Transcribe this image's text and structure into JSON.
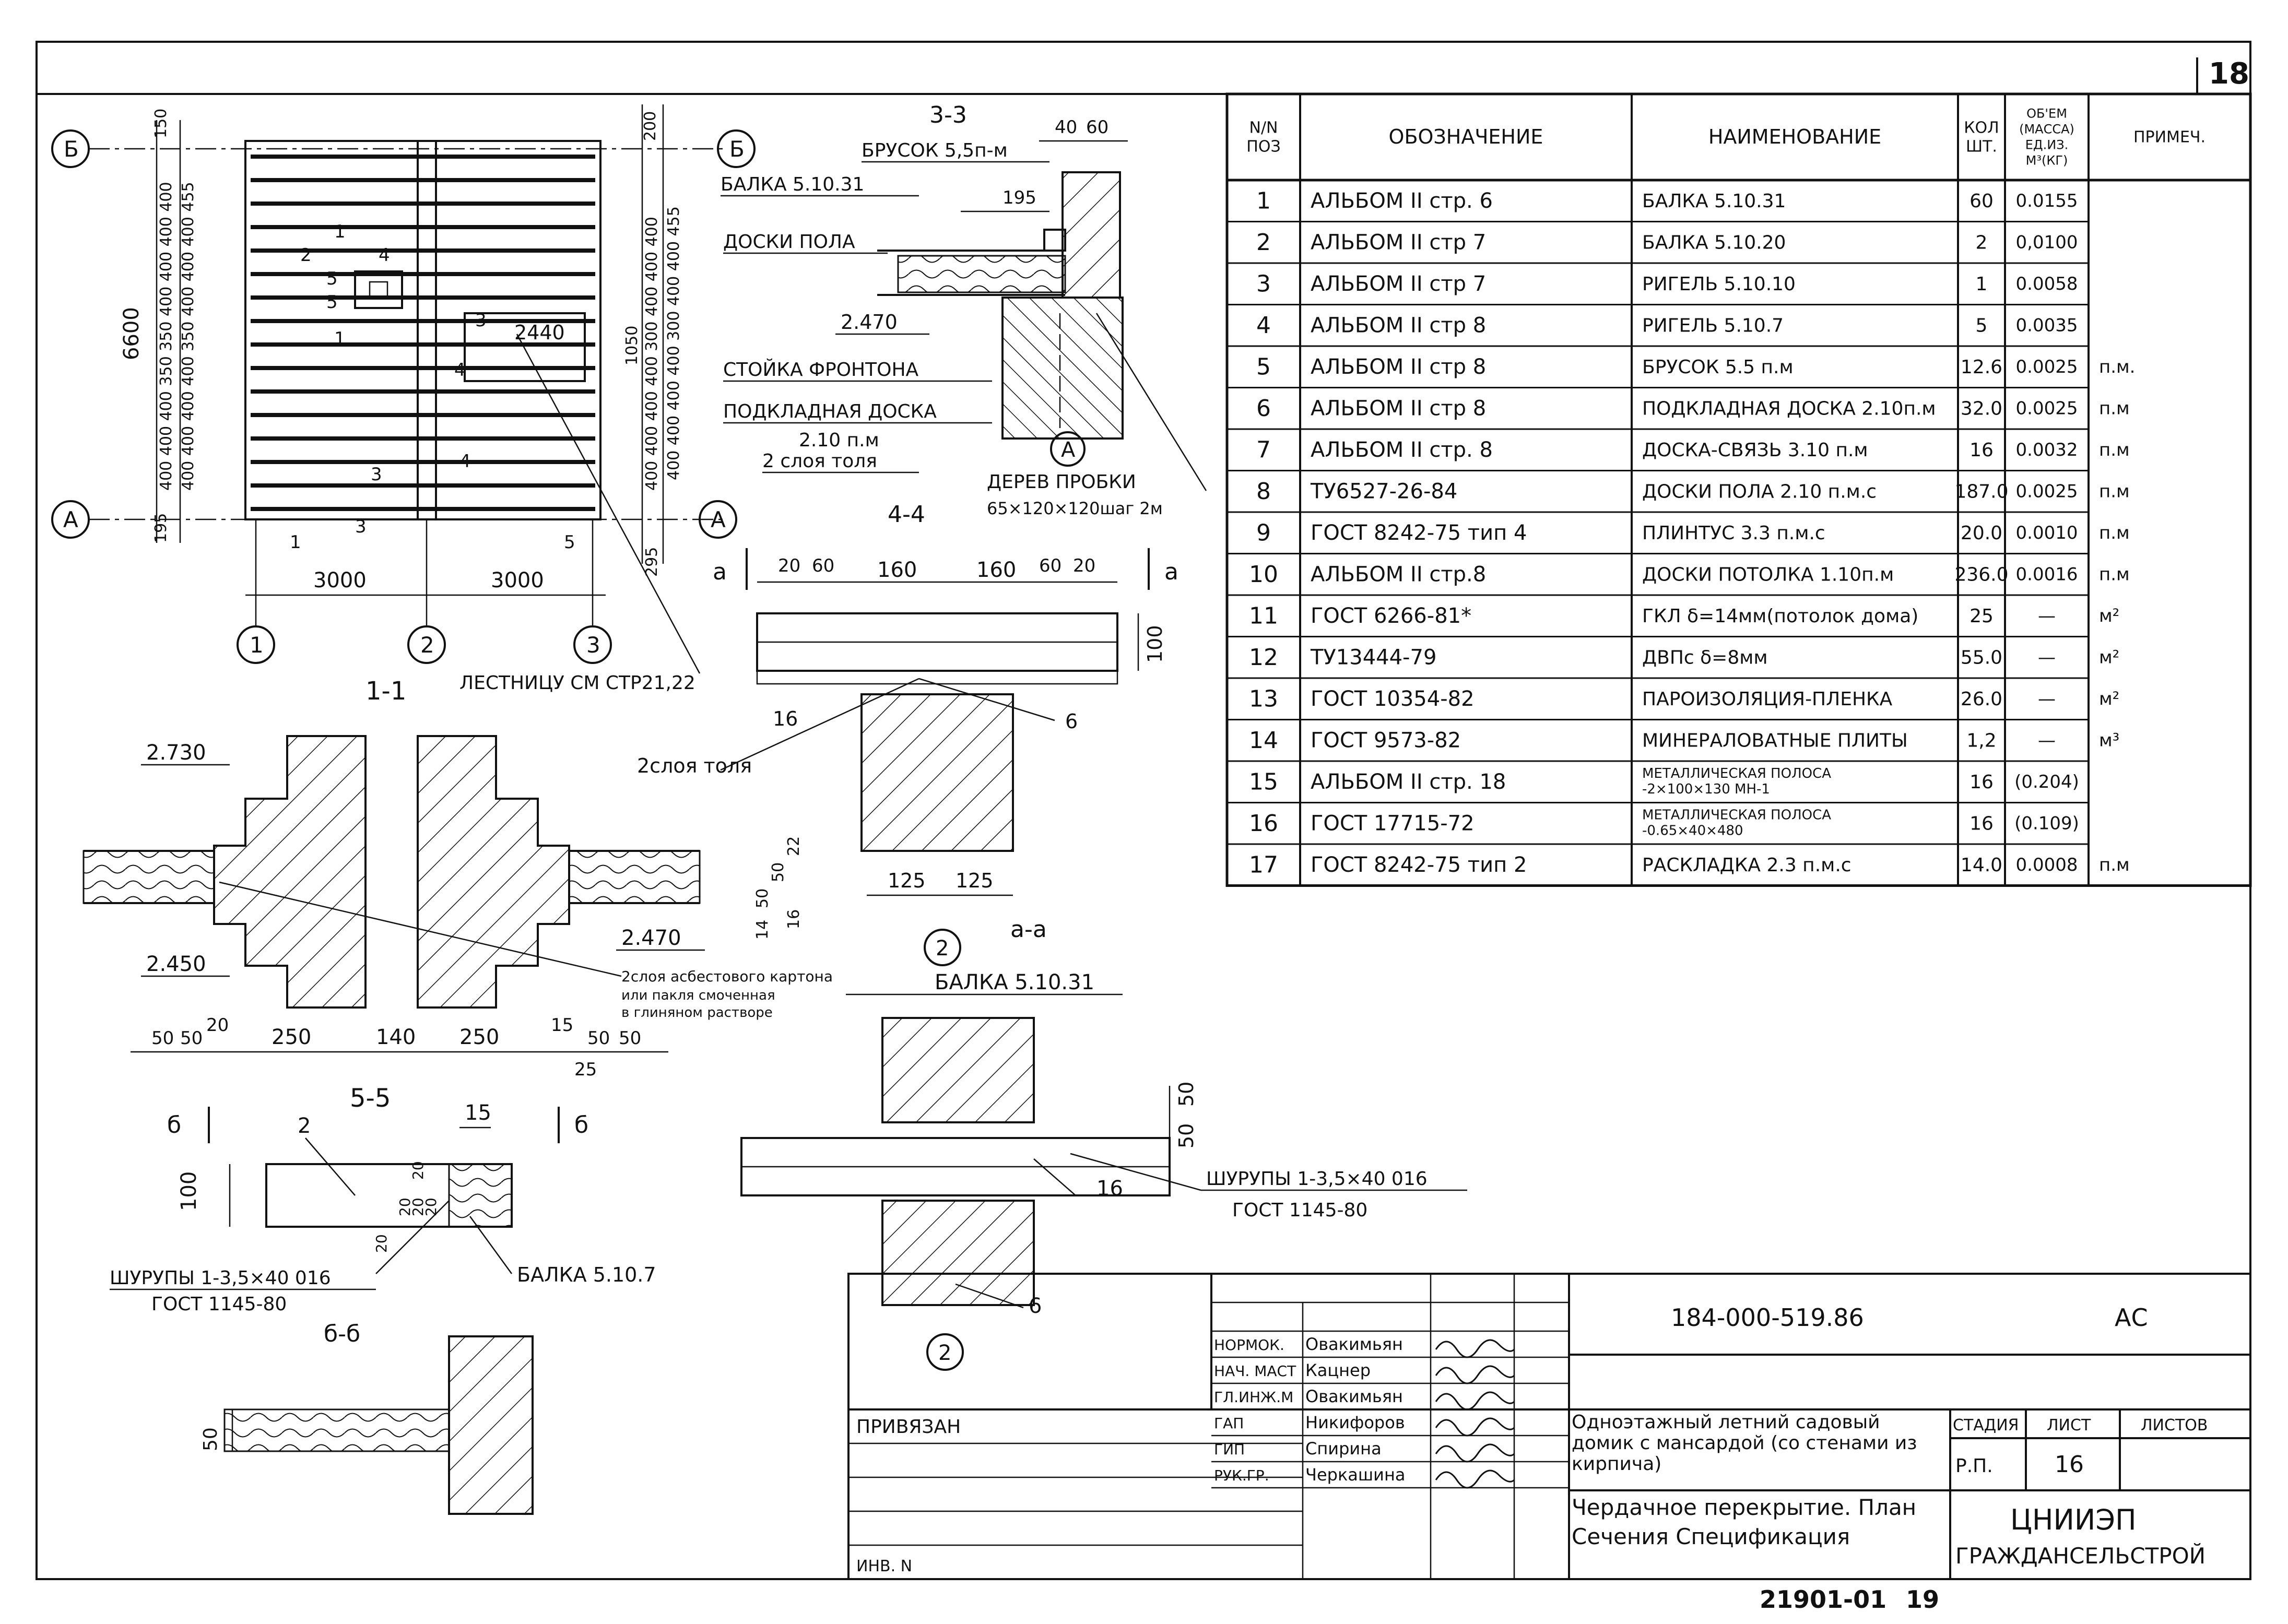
{
  "sheet_number": "18",
  "bottom_code": "21901-01",
  "bottom_page": "19",
  "plan": {
    "axes": [
      "Б",
      "А",
      "1",
      "2",
      "3"
    ],
    "dims_bottom": [
      "3000",
      "3000"
    ],
    "dim_total": "6600",
    "dim_195": "195",
    "dim_150": "150",
    "dim_295": "295",
    "dim_200": "200",
    "dim_2440": "2440",
    "dim_1050": "1050",
    "left_chain": "400 400 400 400 350 400 400 400 455",
    "left_chain2": "400 400 400 350 350 400 400 400 400",
    "right_chain": "400 400 400 400 300 400 400 455",
    "right_chain2": "400 400 400 400 300 400 400 400",
    "pos_labels": [
      "1",
      "2",
      "4",
      "5",
      "5",
      "1",
      "3",
      "4",
      "3",
      "4",
      "3",
      "1",
      "5"
    ],
    "ladder_note": "ЛЕСТНИЦУ СМ СТР21,22"
  },
  "section33": {
    "title": "3-3",
    "labels": [
      "БРУСОК 5,5п-м",
      "БАЛКА 5.10.31",
      "ДОСКИ ПОЛА",
      "СТОЙКА ФРОНТОНА",
      "ПОДКЛАДНАЯ ДОСКА",
      "2.10 п.м",
      "2 слоя толя",
      "ДЕРЕВ ПРОБКИ",
      "65×120×120шаг 2м"
    ],
    "dims": [
      "40",
      "60",
      "195"
    ],
    "level": "2.470",
    "axis": "А"
  },
  "section44": {
    "title": "4-4",
    "cut": "а",
    "dims": [
      "20",
      "60",
      "160",
      "160",
      "60",
      "20"
    ],
    "dim_100": "100",
    "labels": [
      "16",
      "6",
      "2слоя толя"
    ],
    "dims_bottom": [
      "125",
      "125"
    ],
    "axis": "2",
    "caption": "а-а"
  },
  "section11": {
    "title": "1-1",
    "levels": [
      "2.730",
      "2.470",
      "2.450"
    ],
    "dims": [
      "50",
      "50",
      "20",
      "250",
      "140",
      "250",
      "15",
      "50",
      "50",
      "25"
    ],
    "side_dims": [
      "22",
      "50",
      "50",
      "14",
      "16"
    ],
    "note1": "2слоя асбестового картона",
    "note2": "или пакля смоченная",
    "note3": "в глиняном растворе"
  },
  "section55": {
    "title": "5-5",
    "cut": "б",
    "labels": [
      "2",
      "15"
    ],
    "dims": [
      "100",
      "20",
      "20",
      "20",
      "20",
      "20"
    ],
    "screws": "ШУРУПЫ 1-3,5×40 016",
    "gost": "ГОСТ 1145-80",
    "beam": "БАЛКА 5.10.7",
    "caption": "б-б",
    "dim_50": "50"
  },
  "sectionaa": {
    "beam": "БАЛКА 5.10.31",
    "dims": [
      "50",
      "50"
    ],
    "labels": [
      "16",
      "6",
      "2"
    ],
    "screws": "ШУРУПЫ 1-3,5×40 016",
    "gost": "ГОСТ 1145-80"
  },
  "spec": {
    "headers": [
      "N/N ПОЗ",
      "ОБОЗНАЧЕНИЕ",
      "НАИМЕНОВАНИЕ",
      "КОЛ ШТ.",
      "ОБ'ЕМ (МАССА) ЕД.ИЗ. М³(КГ)",
      "ПРИМЕЧ."
    ],
    "rows": [
      [
        "1",
        "АЛЬБОМ II стр. 6",
        "БАЛКА 5.10.31",
        "60",
        "0.0155",
        ""
      ],
      [
        "2",
        "АЛЬБОМ II стр 7",
        "БАЛКА 5.10.20",
        "2",
        "0,0100",
        ""
      ],
      [
        "3",
        "АЛЬБОМ II стр 7",
        "РИГЕЛЬ 5.10.10",
        "1",
        "0.0058",
        ""
      ],
      [
        "4",
        "АЛЬБОМ II стр 8",
        "РИГЕЛЬ 5.10.7",
        "5",
        "0.0035",
        ""
      ],
      [
        "5",
        "АЛЬБОМ II стр 8",
        "БРУСОК 5.5 п.м",
        "12.6",
        "0.0025",
        "п.м."
      ],
      [
        "6",
        "АЛЬБОМ II стр 8",
        "ПОДКЛАДНАЯ ДОСКА 2.10п.м",
        "32.0",
        "0.0025",
        "п.м"
      ],
      [
        "7",
        "АЛЬБОМ II стр. 8",
        "ДОСКА-СВЯЗЬ 3.10 п.м",
        "16",
        "0.0032",
        "п.м"
      ],
      [
        "8",
        "ТУ6527-26-84",
        "ДОСКИ ПОЛА 2.10 п.м.с",
        "187.0",
        "0.0025",
        "п.м"
      ],
      [
        "9",
        "ГОСТ 8242-75 тип 4",
        "ПЛИНТУС 3.3 п.м.с",
        "20.0",
        "0.0010",
        "п.м"
      ],
      [
        "10",
        "АЛЬБОМ II стр.8",
        "ДОСКИ ПОТОЛКА 1.10п.м",
        "236.0",
        "0.0016",
        "п.м"
      ],
      [
        "11",
        "ГОСТ 6266-81*",
        "ГКЛ δ=14мм(потолок дома)",
        "25",
        "—",
        "м²"
      ],
      [
        "12",
        "ТУ13444-79",
        "ДВПс δ=8мм",
        "55.0",
        "—",
        "м²"
      ],
      [
        "13",
        "ГОСТ 10354-82",
        "ПАРОИЗОЛЯЦИЯ-ПЛЕНКА",
        "26.0",
        "—",
        "м²"
      ],
      [
        "14",
        "ГОСТ 9573-82",
        "МИНЕРАЛОВАТНЫЕ ПЛИТЫ",
        "1,2",
        "—",
        "м³"
      ],
      [
        "15",
        "АЛЬБОМ II стр. 18",
        "МЕТАЛЛИЧЕСКАЯ ПОЛОСА -2×100×130 МН-1",
        "16",
        "(0.204)",
        ""
      ],
      [
        "16",
        "ГОСТ 17715-72",
        "МЕТАЛЛИЧЕСКАЯ ПОЛОСА -0.65×40×480",
        "16",
        "(0.109)",
        ""
      ],
      [
        "17",
        "ГОСТ 8242-75 тип 2",
        "РАСКЛАДКА 2.3 п.м.с",
        "14.0",
        "0.0008",
        "п.м"
      ]
    ]
  },
  "title_block": {
    "code": "184-000-519.86",
    "mark": "АС",
    "roles": [
      "НОРМОК.",
      "НАЧ. МАСТ",
      "ГЛ.ИНЖ.М",
      "ГАП",
      "ГИП",
      "РУК.ГР."
    ],
    "names": [
      "Овакимьян",
      "Кацнер",
      "Овакимьян",
      "Никифоров",
      "Спирина",
      "Черкашина"
    ],
    "privyazan": "ПРИВЯЗАН",
    "inv": "ИНВ. N",
    "project": "Одноэтажный летний садовый домик с мансардой (со стенами из кирпича)",
    "stage_h": "СТАДИЯ",
    "sheet_h": "ЛИСТ",
    "sheets_h": "ЛИСТОВ",
    "stage": "Р.П.",
    "sheet": "16",
    "sheets": "",
    "drawing": "Чердачное перекрытие. План Сечения Спецификация",
    "org1": "ЦНИИЭП",
    "org2": "ГРАЖДАНСЕЛЬСТРОЙ"
  }
}
